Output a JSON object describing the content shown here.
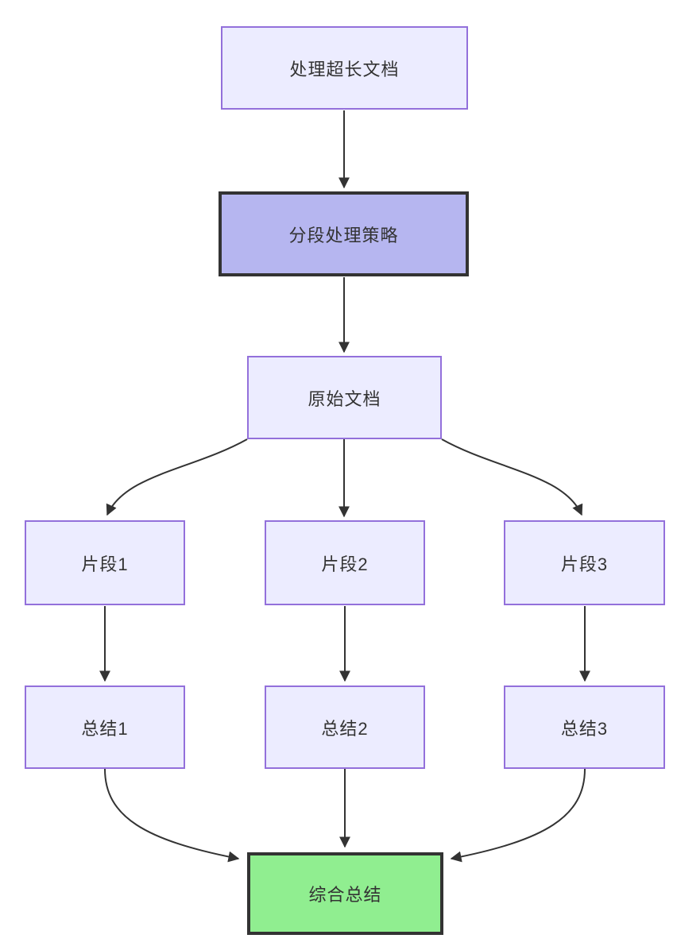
{
  "diagram": {
    "type": "flowchart",
    "direction": "top-down",
    "colors": {
      "background": "#ffffff",
      "node_fill": "#ececff",
      "node_border": "#9370db",
      "strategy_fill": "#b6b6f0",
      "strategy_border": "#333333",
      "final_fill": "#90ee90",
      "final_border": "#333333",
      "edge": "#333333",
      "text": "#333333"
    },
    "nodes": [
      {
        "id": "start",
        "label": "处理超长文档",
        "style": "default"
      },
      {
        "id": "strategy",
        "label": "分段处理策略",
        "style": "highlight-purple"
      },
      {
        "id": "doc",
        "label": "原始文档",
        "style": "default"
      },
      {
        "id": "frag1",
        "label": "片段1",
        "style": "default"
      },
      {
        "id": "frag2",
        "label": "片段2",
        "style": "default"
      },
      {
        "id": "frag3",
        "label": "片段3",
        "style": "default"
      },
      {
        "id": "sum1",
        "label": "总结1",
        "style": "default"
      },
      {
        "id": "sum2",
        "label": "总结2",
        "style": "default"
      },
      {
        "id": "sum3",
        "label": "总结3",
        "style": "default"
      },
      {
        "id": "final",
        "label": "综合总结",
        "style": "highlight-green"
      }
    ],
    "edges": [
      {
        "from": "处理超长文档",
        "to": "分段处理策略"
      },
      {
        "from": "分段处理策略",
        "to": "原始文档"
      },
      {
        "from": "原始文档",
        "to": "片段1"
      },
      {
        "from": "原始文档",
        "to": "片段2"
      },
      {
        "from": "原始文档",
        "to": "片段3"
      },
      {
        "from": "片段1",
        "to": "总结1"
      },
      {
        "from": "片段2",
        "to": "总结2"
      },
      {
        "from": "片段3",
        "to": "总结3"
      },
      {
        "from": "总结1",
        "to": "综合总结"
      },
      {
        "from": "总结2",
        "to": "综合总结"
      },
      {
        "from": "总结3",
        "to": "综合总结"
      }
    ]
  }
}
